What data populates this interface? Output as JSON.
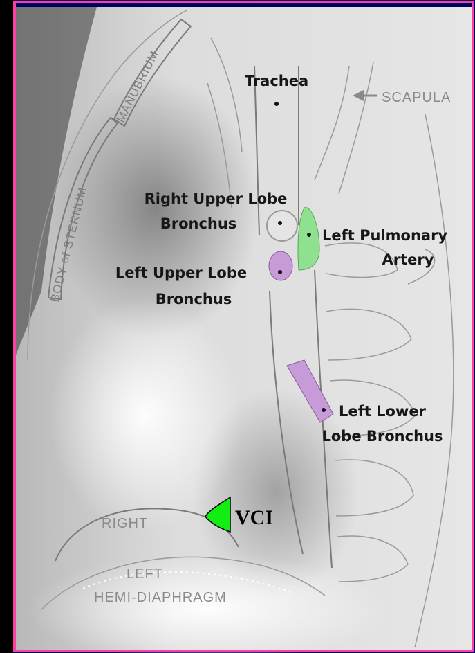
{
  "frame": {
    "border_color": "#ff3fa0",
    "background_color": "#000060",
    "diagram_background": "#e2e2e2"
  },
  "labels": {
    "trachea": "Trachea",
    "scapula": "SCAPULA",
    "manubrium": "MANUBRIUM",
    "body_of_sternum": "BODY of STERNUM",
    "rulb_line1": "Right Upper Lobe",
    "rulb_line2": "Bronchus",
    "lpa_line1": "Left Pulmonary",
    "lpa_line2": "Artery",
    "lulb_line1": "Left Upper Lobe",
    "lulb_line2": "Bronchus",
    "lllb_line1": "Left Lower",
    "lllb_line2": "Lobe Bronchus",
    "right": "RIGHT",
    "left": "LEFT",
    "hemi_diaphragm": "HEMI-DIAPHRAGM",
    "vci": "VCI"
  },
  "highlights": {
    "pulmonary_artery_color": "#8fe08f",
    "bronchus_color": "#c79ad8",
    "vci_color": "#12ee12"
  }
}
